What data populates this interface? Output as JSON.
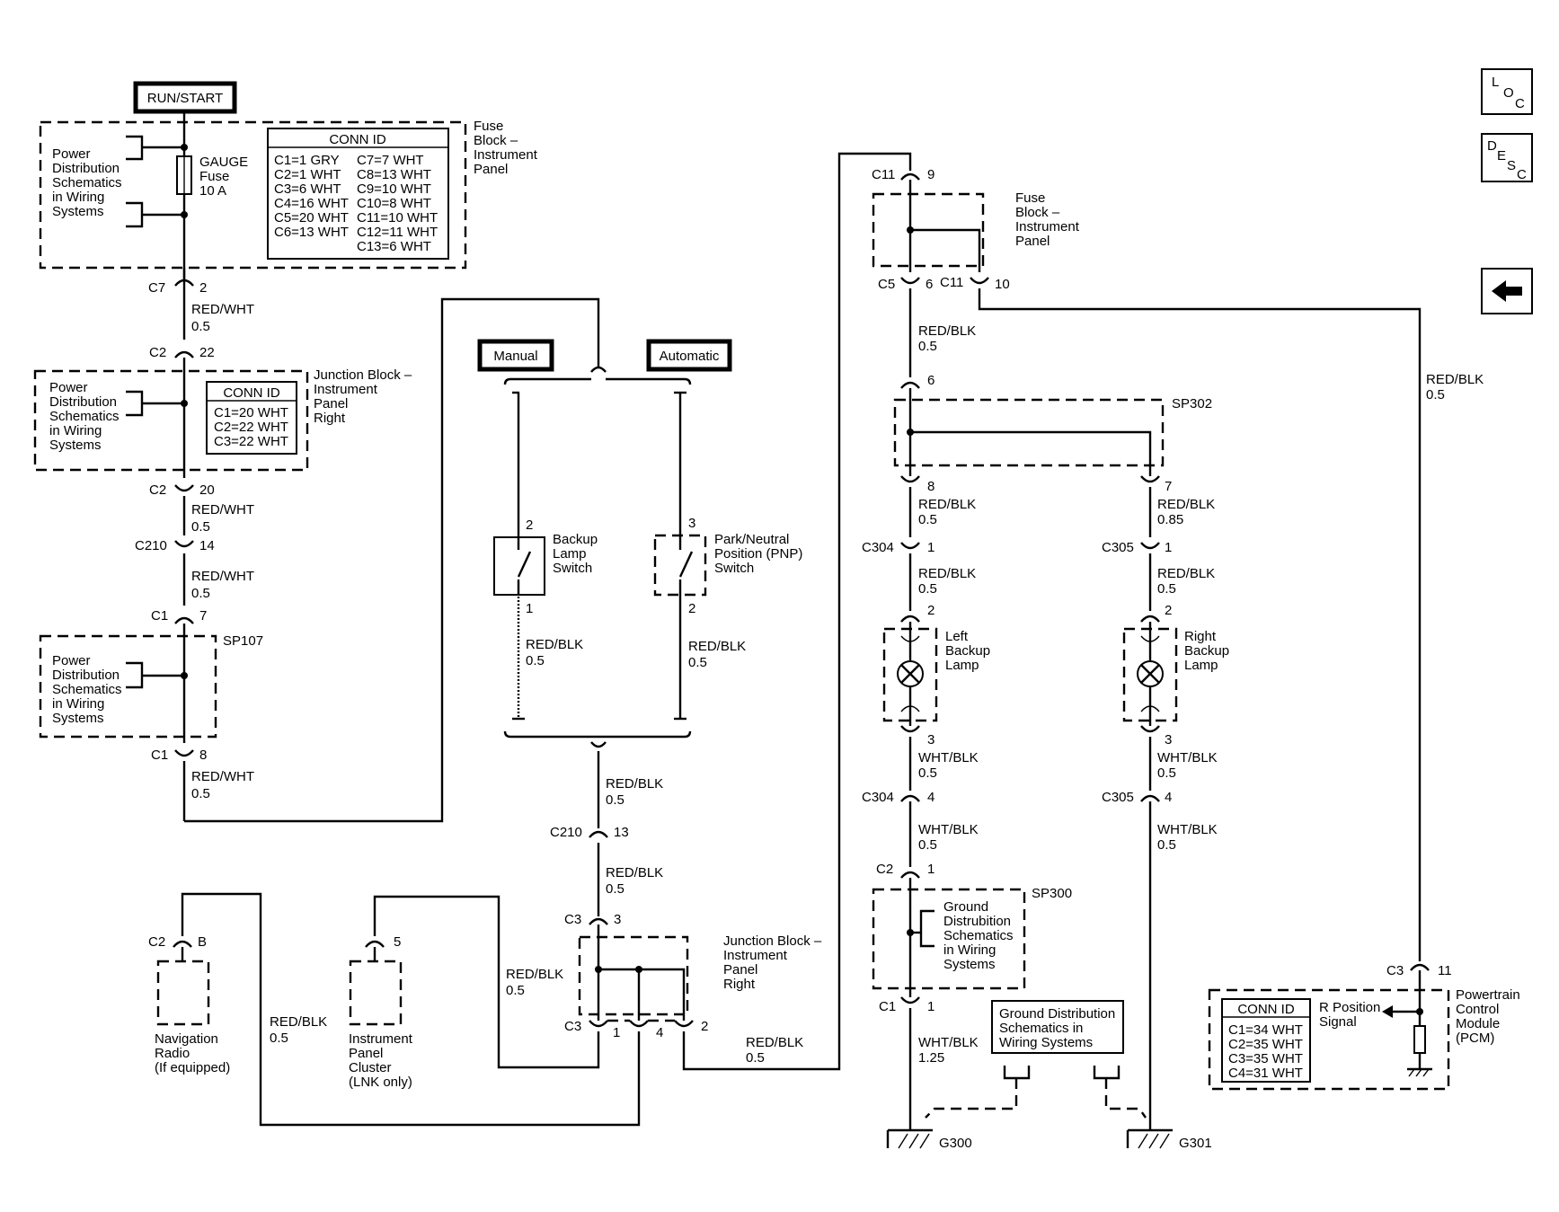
{
  "labels": {
    "run_start": "RUN/START",
    "manual": "Manual",
    "automatic": "Automatic",
    "conn_id": "CONN ID",
    "fuse_block_ip": [
      "Fuse",
      "Block –",
      "Instrument",
      "Panel"
    ],
    "power_dist": [
      "Power",
      "Distribution",
      "Schematics",
      "in Wiring",
      "Systems"
    ],
    "gauge_fuse": [
      "GAUGE",
      "Fuse",
      "10 A"
    ],
    "jb_ip_right": [
      "Junction Block –",
      "Instrument",
      "Panel",
      "Right"
    ],
    "sp107": "SP107",
    "sp302": "SP302",
    "sp300": "SP300",
    "backup_switch": [
      "Backup",
      "Lamp",
      "Switch"
    ],
    "pnp_switch": [
      "Park/Neutral",
      "Position (PNP)",
      "Switch"
    ],
    "left_lamp": [
      "Left",
      "Backup",
      "Lamp"
    ],
    "right_lamp": [
      "Right",
      "Backup",
      "Lamp"
    ],
    "ground_dist": [
      "Ground",
      "Distrubition",
      "Schematics",
      "in Wiring",
      "Systems"
    ],
    "ground_dist_box": [
      "Ground Distribution",
      "Schematics in",
      "Wiring Systems"
    ],
    "nav_radio": [
      "Navigation",
      "Radio",
      "(If equipped)"
    ],
    "ipc": [
      "Instrument",
      "Panel",
      "Cluster",
      "(LNK only)"
    ],
    "pcm": [
      "Powertrain",
      "Control",
      "Module",
      "(PCM)"
    ],
    "r_position": [
      "R Position",
      "Signal"
    ],
    "g300": "G300",
    "g301": "G301"
  },
  "conn_tables": {
    "fuse_block": [
      [
        "C1=1 GRY",
        "C7=7 WHT"
      ],
      [
        "C2=1 WHT",
        "C8=13 WHT"
      ],
      [
        "C3=6 WHT",
        "C9=10 WHT"
      ],
      [
        "C4=16 WHT",
        "C10=8 WHT"
      ],
      [
        "C5=20 WHT",
        "C11=10 WHT"
      ],
      [
        "C6=13 WHT",
        "C12=11 WHT"
      ],
      [
        "",
        "C13=6 WHT"
      ]
    ],
    "junction_block": [
      "C1=20 WHT",
      "C2=22 WHT",
      "C3=22 WHT"
    ],
    "pcm": [
      "C1=34 WHT",
      "C2=35 WHT",
      "C3=35 WHT",
      "C4=31 WHT"
    ]
  },
  "connectors": {
    "c7": "C7",
    "c7_pin": "2",
    "c2a": "C2",
    "c2a_pin": "22",
    "c2b": "C2",
    "c2b_pin": "20",
    "c210a": "C210",
    "c210a_pin": "14",
    "c1a": "C1",
    "c1a_pin": "7",
    "c1b": "C1",
    "c1b_pin": "8",
    "bls_pin_top": "2",
    "bls_pin_bot": "1",
    "pnp_pin_top": "3",
    "pnp_pin_bot": "2",
    "c210b": "C210",
    "c210b_pin": "13",
    "c3top": "C3",
    "c3top_pin": "3",
    "c3bot": "C3",
    "c3bot_pins": [
      "1",
      "4",
      "2"
    ],
    "nav_c2": "C2",
    "nav_pin": "B",
    "ipc_pin": "5",
    "c11top": "C11",
    "c11top_pin": "9",
    "c5": "C5",
    "c5_pin": "6",
    "c11b": "C11",
    "c11b_pin": "10",
    "sp302_in": "6",
    "sp302_l": "8",
    "sp302_r": "7",
    "c304a": "C304",
    "c304a_pin": "1",
    "c305a": "C305",
    "c305a_pin": "1",
    "ll_pin_top": "2",
    "ll_pin_bot": "3",
    "rl_pin_top": "2",
    "rl_pin_bot": "3",
    "c304b": "C304",
    "c304b_pin": "4",
    "c305b": "C305",
    "c305b_pin": "4",
    "c2c": "C2",
    "c2c_pin": "1",
    "c1c": "C1",
    "c1c_pin": "1",
    "pcm_c3": "C3",
    "pcm_pin": "11"
  },
  "wires": {
    "redwht": "RED/WHT",
    "redblk": "RED/BLK",
    "whtblk": "WHT/BLK",
    "g05": "0.5",
    "g085": "0.85",
    "g125": "1.25"
  },
  "nav_buttons": {
    "loc": [
      "L",
      "O",
      "C"
    ],
    "desc": [
      "D",
      "E",
      "S",
      "C"
    ],
    "back": "◀"
  }
}
